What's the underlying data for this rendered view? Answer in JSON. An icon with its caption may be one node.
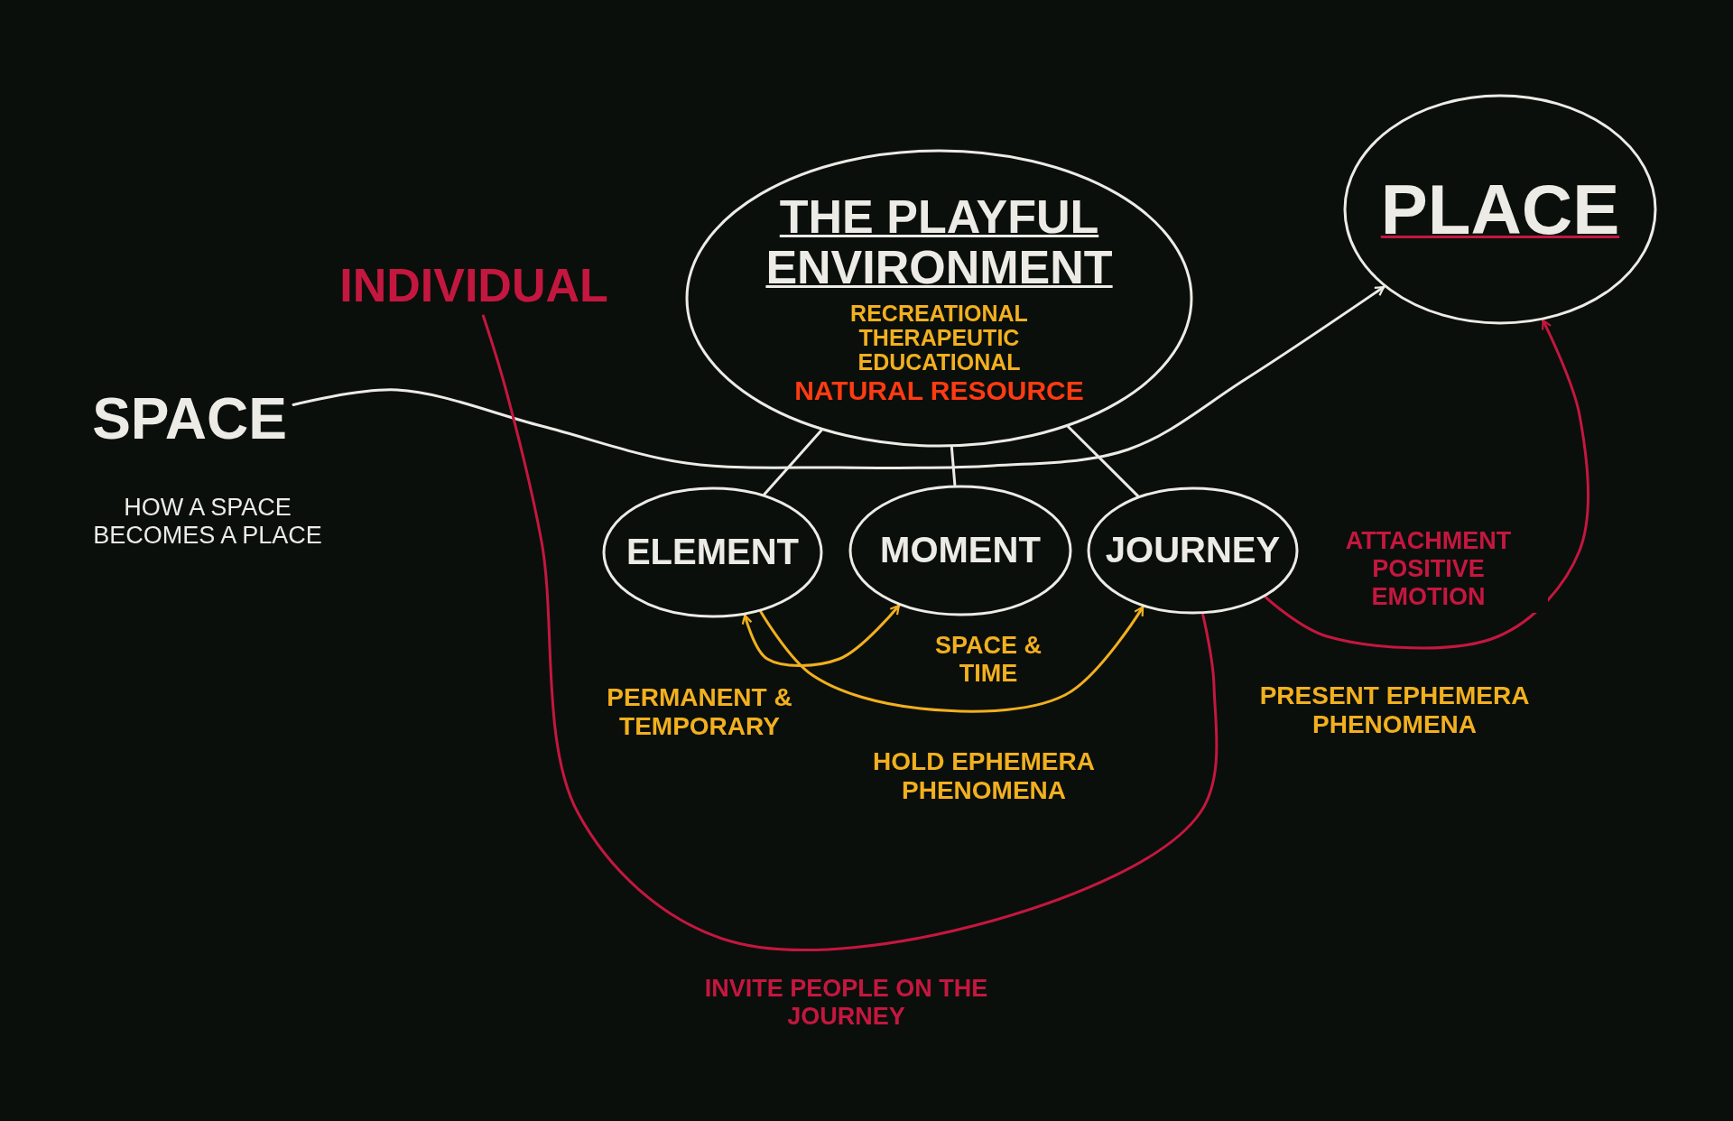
{
  "diagram": {
    "nodes": [
      {
        "text": [
          "SPACE"
        ],
        "beside": [
          "HOW A SPACE BECOMES A PLACE"
        ]
      },
      {
        "text": [
          "THE PLAYFUL ENVIRONMENT",
          "RECREATIONAL",
          "THERAPEUTIC",
          "EDUCATIONAL",
          "NATURAL RESOURCE"
        ]
      },
      {
        "text": [
          "PLACE"
        ]
      },
      {
        "text": [
          "ELEMENT"
        ]
      },
      {
        "text": [
          "MOMENT"
        ]
      },
      {
        "text": [
          "JOURNEY"
        ]
      },
      {
        "text": [
          "INDIVIDUAL"
        ]
      }
    ],
    "edges": [
      {
        "from": 0,
        "to": 2,
        "arrow": "to"
      },
      {
        "from": 3,
        "to": 1,
        "arrow": "none"
      },
      {
        "from": 4,
        "to": 1,
        "arrow": "none"
      },
      {
        "from": 5,
        "to": 1,
        "arrow": "none"
      },
      {
        "from": 3,
        "to": 4,
        "arrow": "both",
        "color": "#f2b01e"
      },
      {
        "from": 3,
        "to": 5,
        "arrow": "to",
        "label": "SPACE & TIME",
        "color": "#f2b01e"
      },
      {
        "from": 5,
        "to": 2,
        "arrow": "to",
        "label": "ATTACHMENT POSITIVE EMOTION",
        "color": "#c4173f"
      },
      {
        "from": 6,
        "to": 5,
        "arrow": "none",
        "label": "INVITE PEOPLE ON THE JOURNEY",
        "color": "#c4173f"
      }
    ],
    "labels": [
      "PERMANENT & TEMPORARY",
      "HOLD EPHEMERA PHENOMENA",
      "PRESENT EPHEMERA PHENOMENA"
    ]
  }
}
